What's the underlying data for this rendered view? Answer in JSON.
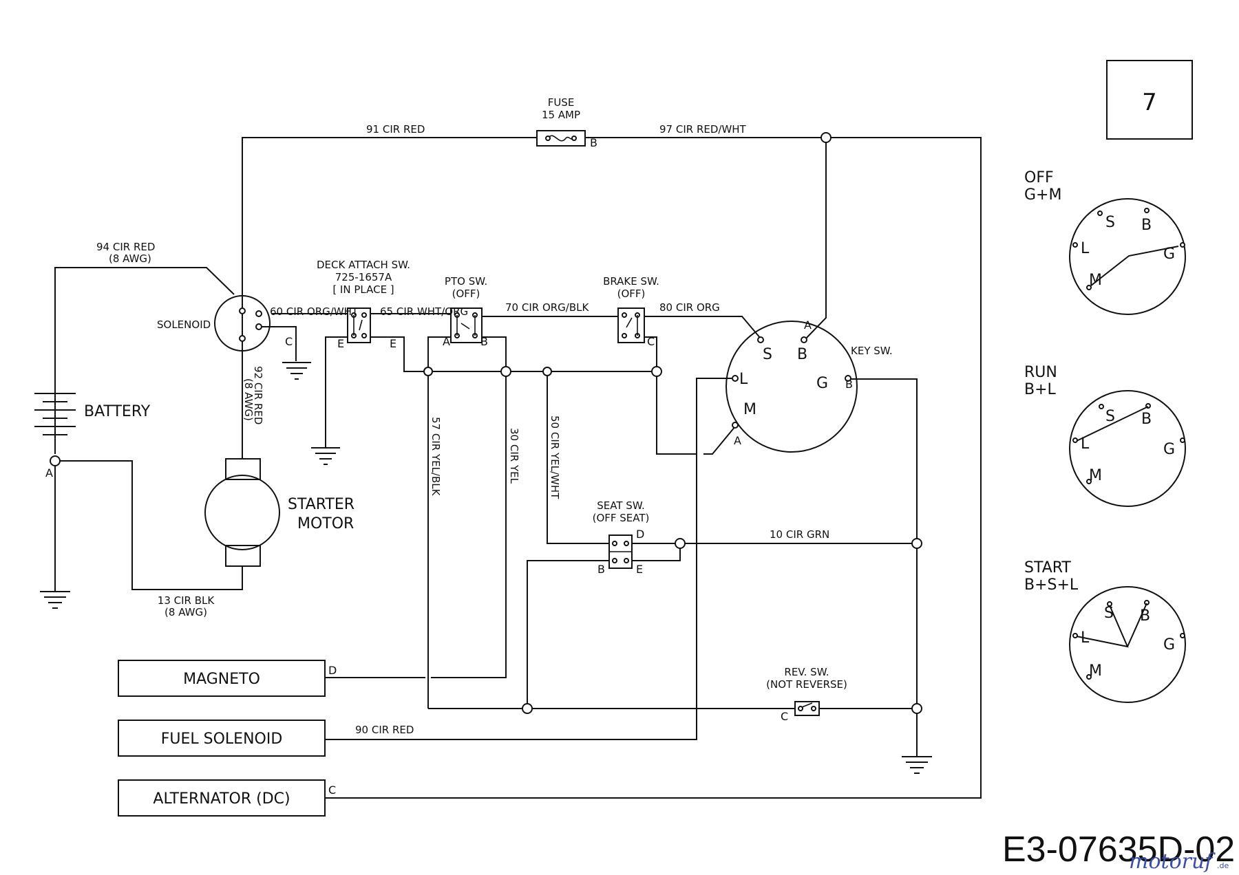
{
  "page_number": "7",
  "drawing_number": "E3-07635D-02",
  "watermark": {
    "text": "motoruf",
    "suffix": ".de"
  },
  "fuse": {
    "title": "FUSE",
    "rating": "15 AMP",
    "pin": "B"
  },
  "wires": {
    "w91": "91 CIR RED",
    "w97": "97 CIR RED/WHT",
    "w94": "94 CIR RED",
    "w94_gauge": "(8 AWG)",
    "w60": "60 CIR ORG/WHT",
    "w65": "65 CIR WHT/ORG",
    "w70": "70 CIR ORG/BLK",
    "w80": "80 CIR ORG",
    "w92": "92 CIR RED",
    "w92_gauge": "(8 AWG)",
    "w57": "57 CIR YEL/BLK",
    "w30": "30 CIR YEL",
    "w50": "50 CIR YEL/WHT",
    "w10": "10 CIR GRN",
    "w13": "13 CIR BLK",
    "w13_gauge": "(8 AWG)",
    "w90": "90 CIR RED"
  },
  "components": {
    "battery": {
      "label": "BATTERY",
      "pin": "A"
    },
    "solenoid": {
      "label": "SOLENOID",
      "pin": "C"
    },
    "starter": {
      "line1": "STARTER",
      "line2": "MOTOR"
    },
    "deck_switch": {
      "line1": "DECK ATTACH SW.",
      "line2": "725-1657A",
      "line3": "[ IN PLACE ]",
      "pin_left": "E",
      "pin_right": "E"
    },
    "pto_switch": {
      "line1": "PTO SW.",
      "line2": "(OFF)",
      "pin_left": "A",
      "pin_right": "B"
    },
    "brake_switch": {
      "line1": "BRAKE SW.",
      "line2": "(OFF)",
      "pin": "C"
    },
    "seat_switch": {
      "line1": "SEAT SW.",
      "line2": "(OFF SEAT)",
      "pin_d": "D",
      "pin_b": "B",
      "pin_e": "E"
    },
    "rev_switch": {
      "line1": "REV. SW.",
      "line2": "(NOT REVERSE)",
      "pin": "C"
    },
    "key_switch": {
      "label": "KEY SW.",
      "pin_a_top": "A",
      "pin_b_out": "B",
      "pin_a_bottom": "A",
      "terminals": {
        "S": "S",
        "B": "B",
        "L": "L",
        "G": "G",
        "M": "M"
      }
    },
    "magneto": {
      "label": "MAGNETO",
      "pin": "D"
    },
    "fuel_solenoid": {
      "label": "FUEL SOLENOID"
    },
    "alternator": {
      "label": "ALTERNATOR (DC)",
      "pin": "C"
    }
  },
  "key_positions": [
    {
      "line1": "OFF",
      "line2": "G+M"
    },
    {
      "line1": "RUN",
      "line2": "B+L"
    },
    {
      "line1": "START",
      "line2": "B+S+L"
    }
  ],
  "key_terminals": [
    "S",
    "B",
    "L",
    "G",
    "M"
  ]
}
